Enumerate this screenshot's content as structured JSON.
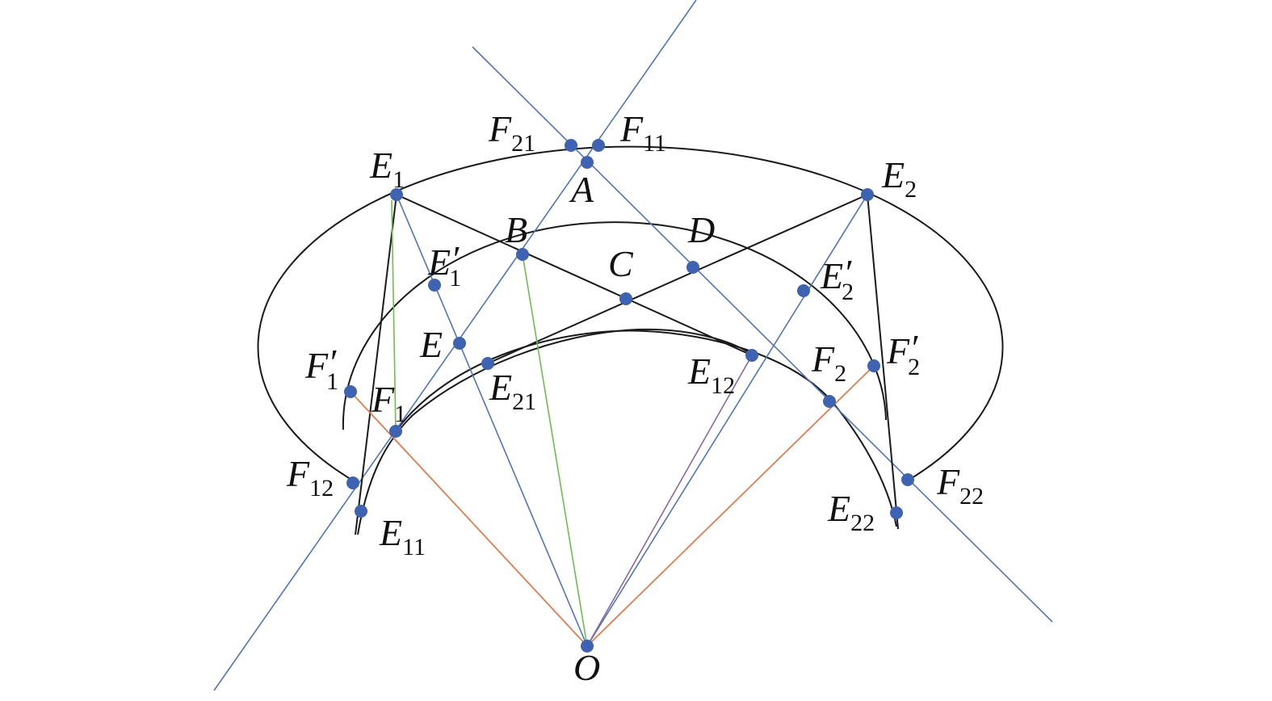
{
  "figure": {
    "colors": {
      "point": "#3f63b3",
      "blue_line": "#4f74c4",
      "green_line": "#6cc04a",
      "orange_line": "#e57b4a",
      "black_curve": "#1a1a1a"
    },
    "points": [
      {
        "id": "F21",
        "base": "F",
        "prime": "",
        "sub": "21"
      },
      {
        "id": "F11",
        "base": "F",
        "prime": "",
        "sub": "11"
      },
      {
        "id": "E1",
        "base": "E",
        "prime": "",
        "sub": "1"
      },
      {
        "id": "A",
        "base": "A",
        "prime": "",
        "sub": ""
      },
      {
        "id": "E2",
        "base": "E",
        "prime": "",
        "sub": "2"
      },
      {
        "id": "B",
        "base": "B",
        "prime": "",
        "sub": ""
      },
      {
        "id": "D",
        "base": "D",
        "prime": "",
        "sub": ""
      },
      {
        "id": "C",
        "base": "C",
        "prime": "",
        "sub": ""
      },
      {
        "id": "E1p",
        "base": "E",
        "prime": "′",
        "sub": "1"
      },
      {
        "id": "E2p",
        "base": "E",
        "prime": "′",
        "sub": "2"
      },
      {
        "id": "E",
        "base": "E",
        "prime": "",
        "sub": ""
      },
      {
        "id": "E21",
        "base": "E",
        "prime": "",
        "sub": "21"
      },
      {
        "id": "E12",
        "base": "E",
        "prime": "",
        "sub": "12"
      },
      {
        "id": "F2",
        "base": "F",
        "prime": "",
        "sub": "2"
      },
      {
        "id": "F2p",
        "base": "F",
        "prime": "′",
        "sub": "2"
      },
      {
        "id": "F1p",
        "base": "F",
        "prime": "′",
        "sub": "1"
      },
      {
        "id": "F1",
        "base": "F",
        "prime": "",
        "sub": "1"
      },
      {
        "id": "F12",
        "base": "F",
        "prime": "",
        "sub": "12"
      },
      {
        "id": "E11",
        "base": "E",
        "prime": "",
        "sub": "11"
      },
      {
        "id": "F22",
        "base": "F",
        "prime": "",
        "sub": "22"
      },
      {
        "id": "E22",
        "base": "E",
        "prime": "",
        "sub": "22"
      },
      {
        "id": "O",
        "base": "O",
        "prime": "",
        "sub": ""
      }
    ]
  }
}
